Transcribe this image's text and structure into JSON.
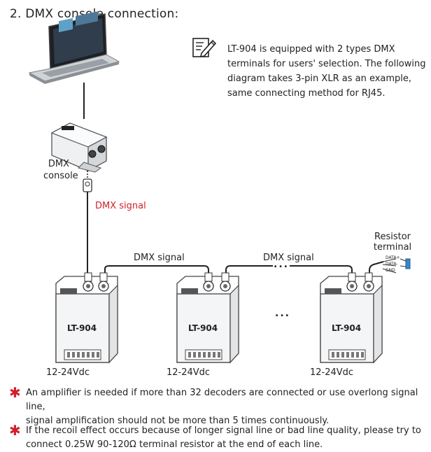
{
  "heading": "2. DMX console connection:",
  "note": {
    "lines": [
      "LT-904 is equipped with 2 types DMX",
      "terminals for users' selection. The following",
      "diagram takes 3-pin XLR as an example,",
      "same connecting method for RJ45."
    ]
  },
  "console_label": [
    "DMX",
    "console"
  ],
  "dmx_signal_red": "DMX signal",
  "dmx_signal_1": "DMX signal",
  "dmx_signal_2": "DMX signal",
  "resistor_label": [
    "Resistor",
    "terminal"
  ],
  "resistor_pins": [
    "DATA+",
    "DATA-",
    "GND"
  ],
  "ellipsis": "...",
  "decoders": [
    {
      "model": "LT-904",
      "power": "12-24Vdc"
    },
    {
      "model": "LT-904",
      "power": "12-24Vdc"
    },
    {
      "model": "LT-904",
      "power": "12-24Vdc"
    }
  ],
  "footnotes": [
    {
      "lines": [
        "An amplifier is needed if more than 32 decoders are connected or use overlong signal line,",
        "signal amplification should not be more than 5 times continuously."
      ]
    },
    {
      "lines": [
        "If the recoil effect occurs because of longer signal line or bad line quality, please try to",
        "connect 0.25W 90-120Ω terminal resistor at the end of each line."
      ]
    }
  ],
  "colors": {
    "accent_red": "#d11f2a"
  },
  "icons": [
    "notepad-pencil-icon",
    "laptop",
    "dmx-console-box",
    "xlr-connector",
    "decoder-box",
    "resistor-terminal"
  ]
}
